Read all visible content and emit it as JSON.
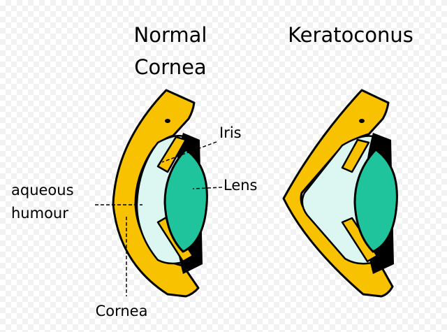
{
  "titles": {
    "normal_line1": "Normal",
    "normal_line2": "Cornea",
    "keratoconus": "Keratoconus"
  },
  "labels": {
    "iris": "Iris",
    "lens": "Lens",
    "aqueous_line1": "aqueous",
    "aqueous_line2": "humour",
    "cornea": "Cornea"
  },
  "colors": {
    "sclera": "#f9c200",
    "outline": "#000000",
    "aqueous": "#dcf6f2",
    "lens": "#1fc39c"
  }
}
